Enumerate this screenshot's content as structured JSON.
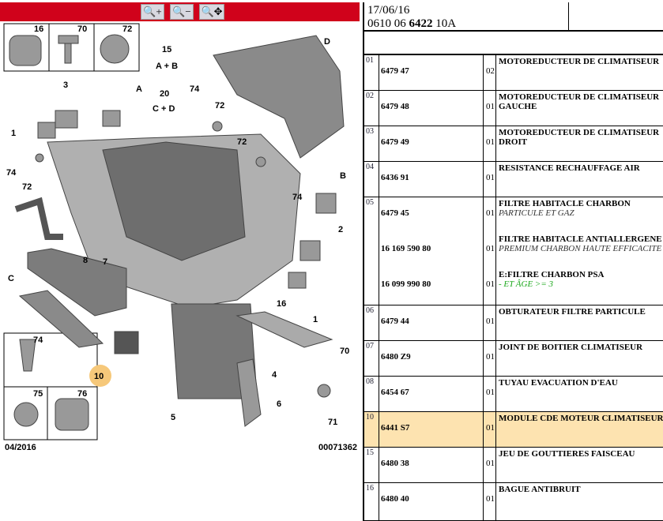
{
  "toolbar": {
    "zoom_in": "zoom-in-icon",
    "zoom_out": "zoom-out-icon",
    "zoom_pan": "zoom-pan-icon",
    "color": "#d0021b"
  },
  "header": {
    "date": "17/06/16",
    "ref_prefix": "0610 06",
    "ref_bold": "6422",
    "ref_suffix": "10A"
  },
  "diagram": {
    "inset_top": [
      "16",
      "70",
      "72"
    ],
    "inset_bottom": [
      "74",
      "75",
      "76"
    ],
    "callouts": {
      "g15": "15",
      "g15b": "A + B",
      "g20": "20",
      "g20b": "C + D",
      "D": "D",
      "A": "A",
      "B": "B",
      "C": "C",
      "n3": "3",
      "n74a": "74",
      "n72a": "72",
      "n1a": "1",
      "n74b": "74",
      "n72b": "72",
      "n72c": "72",
      "n74c": "74",
      "n8": "8",
      "n2": "2",
      "n7": "7",
      "n16": "16",
      "n1b": "1",
      "n10": "10",
      "n4": "4",
      "n70": "70",
      "n5": "5",
      "n6": "6",
      "n71": "71"
    },
    "date": "04/2016",
    "code": "00071362",
    "highlight_color": "#f6c87a"
  },
  "rows": [
    {
      "idx": "01",
      "parts": [
        {
          "ref": "6479 47",
          "qty": "02",
          "desc": "MOTOREDUCTEUR DE CLIMATISEUR",
          "sub": ""
        }
      ]
    },
    {
      "idx": "02",
      "parts": [
        {
          "ref": "6479 48",
          "qty": "01",
          "desc": "MOTOREDUCTEUR DE CLIMATISEUR GAUCHE",
          "sub": ""
        }
      ]
    },
    {
      "idx": "03",
      "parts": [
        {
          "ref": "6479 49",
          "qty": "01",
          "desc": "MOTOREDUCTEUR DE CLIMATISEUR DROIT",
          "sub": ""
        }
      ]
    },
    {
      "idx": "04",
      "parts": [
        {
          "ref": "6436 91",
          "qty": "01",
          "desc": "RESISTANCE RECHAUFFAGE AIR",
          "sub": ""
        }
      ]
    },
    {
      "idx": "05",
      "parts": [
        {
          "ref": "6479 45",
          "qty": "01",
          "desc": "FILTRE HABITACLE CHARBON",
          "sub": "PARTICULE ET GAZ"
        },
        {
          "ref": "16 169 590 80",
          "qty": "01",
          "desc": "FILTRE HABITACLE ANTIALLERGENE",
          "sub": "PREMIUM CHARBON HAUTE EFFICACITE"
        },
        {
          "ref": "16 099 990 80",
          "qty": "01",
          "desc": "E:FILTRE CHARBON PSA",
          "sub": "- ET ÂGE >= 3"
        }
      ]
    },
    {
      "idx": "06",
      "parts": [
        {
          "ref": "6479 44",
          "qty": "01",
          "desc": "OBTURATEUR FILTRE PARTICULE",
          "sub": ""
        }
      ]
    },
    {
      "idx": "07",
      "parts": [
        {
          "ref": "6480 Z9",
          "qty": "01",
          "desc": "JOINT DE BOITIER CLIMATISEUR",
          "sub": ""
        }
      ]
    },
    {
      "idx": "08",
      "parts": [
        {
          "ref": "6454 67",
          "qty": "01",
          "desc": "TUYAU EVACUATION D'EAU",
          "sub": ""
        }
      ]
    },
    {
      "idx": "10",
      "selected": true,
      "parts": [
        {
          "ref": "6441 S7",
          "qty": "01",
          "desc": "MODULE CDE MOTEUR CLIMATISEUR",
          "sub": ""
        }
      ]
    },
    {
      "idx": "15",
      "parts": [
        {
          "ref": "6480 38",
          "qty": "01",
          "desc": "JEU DE GOUTTIERES FAISCEAU",
          "sub": ""
        }
      ]
    },
    {
      "idx": "16",
      "parts": [
        {
          "ref": "6480 40",
          "qty": "01",
          "desc": "BAGUE ANTIBRUIT",
          "sub": ""
        }
      ]
    }
  ],
  "colors": {
    "selected_row": "#fde3b0",
    "condition_text": "#1aa71a"
  }
}
